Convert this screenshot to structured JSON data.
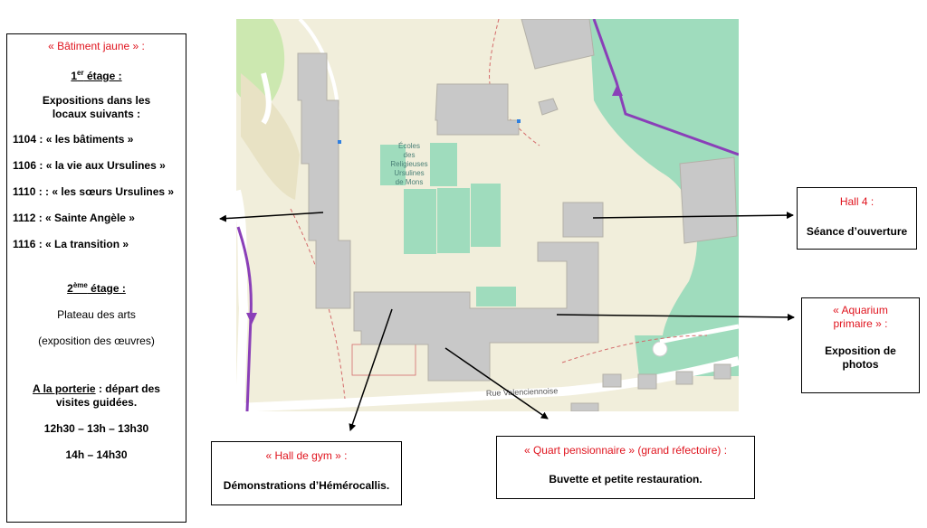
{
  "left_box": {
    "title": "« Bâtiment jaune » :",
    "floor1_base": "1",
    "floor1_sup": "er",
    "floor1_rest": " étage :",
    "expo_intro": "Expositions dans les locaux suivants :",
    "rooms": [
      "1104 : « les bâtiments »",
      "1106 : « la vie aux Ursulines »",
      "1110 : : « les sœurs Ursulines »",
      "1112 : « Sainte Angèle »",
      "1116 : « La transition »"
    ],
    "floor2_base": "2",
    "floor2_sup": "ème",
    "floor2_rest": " étage :",
    "plateau": "Plateau des arts",
    "expo_oeuvres": "(exposition des œuvres)",
    "porterie_label": "A la porterie",
    "porterie_rest": " : départ des visites guidées.",
    "times_1": "12h30 – 13h – 13h30",
    "times_2": "14h – 14h30"
  },
  "hall4": {
    "title": "Hall 4 :",
    "text": "Séance d’ouverture"
  },
  "aquarium": {
    "title_1": "« Aquarium",
    "title_2": "primaire » :",
    "text_1": "Exposition de",
    "text_2": "photos"
  },
  "gym": {
    "title": "« Hall de gym » :",
    "text": "Démonstrations d’Hémérocallis."
  },
  "quart": {
    "title": "« Quart pensionnaire » (grand réfectoire) :",
    "text": "Buvette et petite restauration."
  },
  "map": {
    "school_label": [
      "Écoles",
      "des",
      "Religieuses",
      "Ursulines",
      "de Mons"
    ],
    "street_label": "Rue Valenciennoise",
    "colors": {
      "land": "#f1eedb",
      "grass": "#cce8b0",
      "park": "#9fdcbd",
      "building": "#c8c8c8",
      "building_stroke": "#b3b0a7",
      "path": "#8a3fb8",
      "road": "#ffffff",
      "title_red": "#e0141e"
    }
  }
}
